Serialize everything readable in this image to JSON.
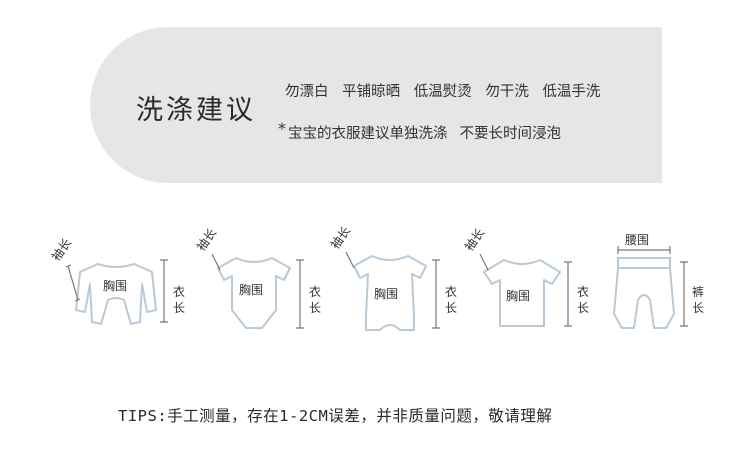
{
  "care": {
    "title": "洗涤建议",
    "line1": [
      "勿漂白",
      "平铺晾晒",
      "低温熨烫",
      "勿干洗",
      "低温手洗"
    ],
    "star": "*",
    "line2": [
      "宝宝的衣服建议单独洗涤",
      "不要长时间浸泡"
    ]
  },
  "garments": [
    {
      "name": "romper-long-sleeve",
      "sleeve": "袖长",
      "chest": "胸围",
      "length": [
        "衣",
        "长"
      ]
    },
    {
      "name": "bodysuit-short-sleeve",
      "sleeve": "袖长",
      "chest": "胸围",
      "length": [
        "衣",
        "长"
      ]
    },
    {
      "name": "romper-short",
      "sleeve": "袖长",
      "chest": "胸围",
      "length": [
        "衣",
        "长"
      ]
    },
    {
      "name": "tshirt",
      "sleeve": "袖长",
      "chest": "胸围",
      "length": [
        "衣",
        "长"
      ]
    },
    {
      "name": "pants",
      "waist": "腰围",
      "length": [
        "裤",
        "长"
      ]
    }
  ],
  "tips": "TIPS:手工测量，存在1-2CM误差，并非质量问题，敬请理解",
  "colors": {
    "banner": "#e6e6e6",
    "outline": "#b9c9d6",
    "text": "#2b2b2b"
  }
}
